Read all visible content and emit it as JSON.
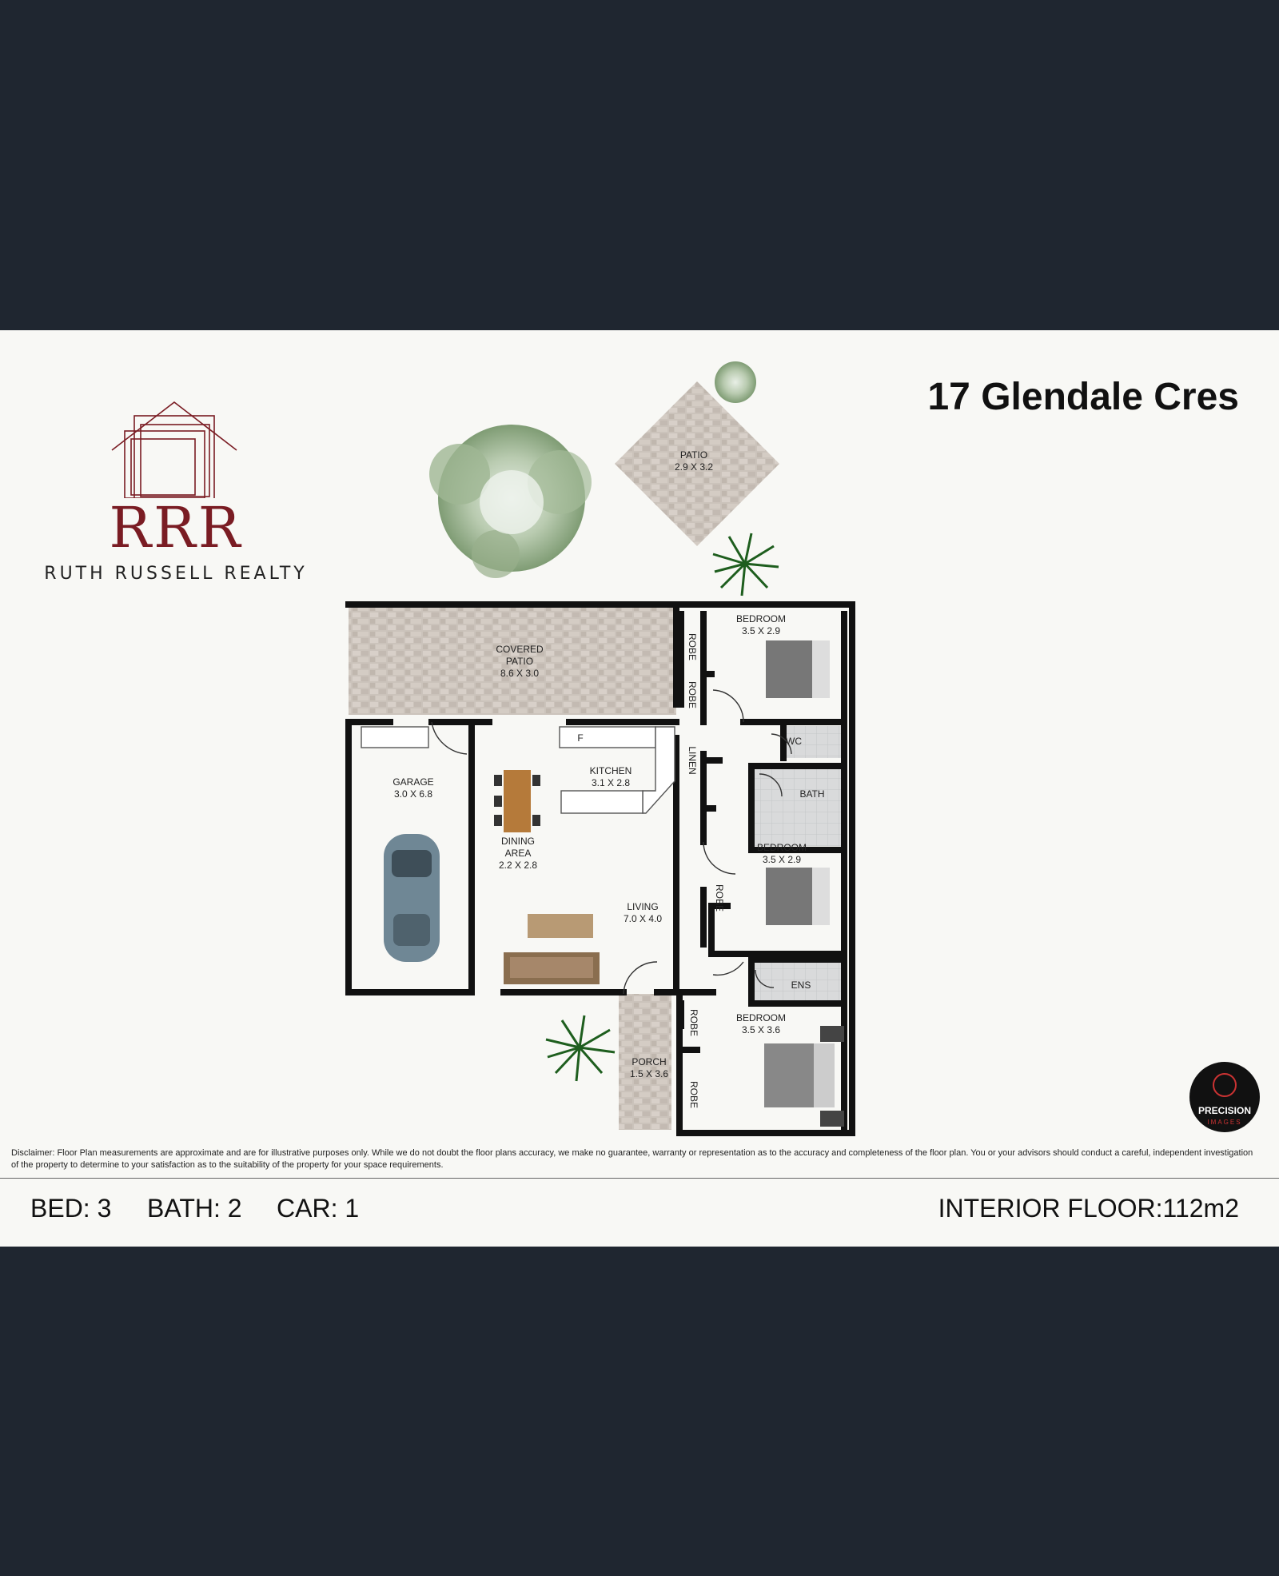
{
  "brand": {
    "letters": "RRR",
    "name": "RUTH RUSSELL REALTY",
    "color": "#7a1c23"
  },
  "address": "17 Glendale Cres",
  "rooms": {
    "patio": {
      "name": "PATIO",
      "size": "2.9 X 3.2"
    },
    "covered_patio": {
      "name1": "COVERED",
      "name2": "PATIO",
      "size": "8.6 X 3.0"
    },
    "bedroom1": {
      "name": "BEDROOM",
      "size": "3.5 X 2.9"
    },
    "bedroom2": {
      "name": "BEDROOM",
      "size": "3.5 X 2.9"
    },
    "bedroom3": {
      "name": "BEDROOM",
      "size": "3.5 X 3.6"
    },
    "garage": {
      "name": "GARAGE",
      "size": "3.0 X 6.8"
    },
    "kitchen": {
      "name": "KITCHEN",
      "size": "3.1 X 2.8"
    },
    "dining": {
      "name1": "DINING",
      "name2": "AREA",
      "size": "2.2 X 2.8"
    },
    "living": {
      "name": "LIVING",
      "size": "7.0 X 4.0"
    },
    "porch": {
      "name": "PORCH",
      "size": "1.5 X 3.6"
    },
    "wc": "WC",
    "bath": "BATH",
    "ens": "ENS",
    "linen": "LINEN",
    "robe": "ROBE",
    "fridge": "F"
  },
  "disclaimer": "Disclaimer: Floor Plan measurements are approximate and are for illustrative purposes only. While we do not doubt the floor plans accuracy, we make no guarantee, warranty or representation as to the accuracy and completeness of the floor plan. You or your advisors should conduct a careful, independent investigation of the property to determine to your satisfaction as to the suitability of the property for your space requirements.",
  "stats": {
    "bed": "BED: 3",
    "bath": "BATH: 2",
    "car": "CAR: 1",
    "interior_floor": "INTERIOR FLOOR:112m2"
  },
  "badge": {
    "line1": "PRECISION",
    "line2": "IMAGES"
  },
  "colors": {
    "background": "#1f2630",
    "sheet": "#f8f8f5",
    "wall": "#111111",
    "paving": "#c9c0b8"
  },
  "icons": [
    "house-outline-logo-icon",
    "north-arrow-icon",
    "tree-icon",
    "palm-icon",
    "car-icon",
    "bed-icon",
    "sofa-icon",
    "dining-table-icon"
  ]
}
